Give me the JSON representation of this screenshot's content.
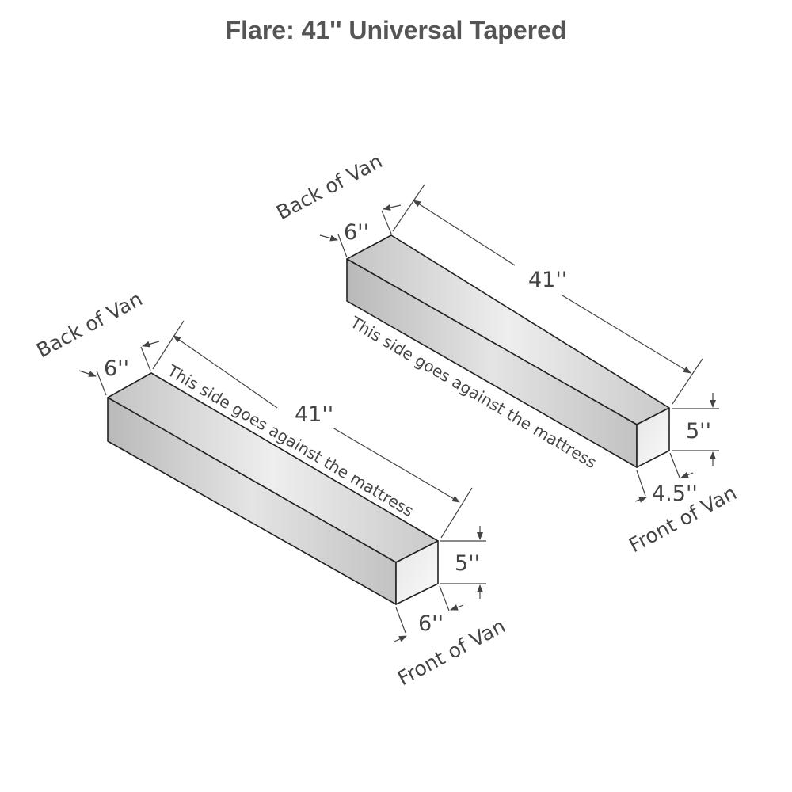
{
  "title": "Flare:  41'' Universal Tapered",
  "colors": {
    "text": "#444444",
    "title": "#555555",
    "face_light": "#f2f2f2",
    "face_mid": "#dcdcdc",
    "face_dark": "#bdbdbd"
  },
  "left_piece": {
    "back_label": "Back of Van",
    "back_width": "6''",
    "length": "41''",
    "side_note": "This side goes against the mattress",
    "height": "5''",
    "front_width": "6''",
    "front_label": "Front of Van"
  },
  "right_piece": {
    "back_label": "Back of Van",
    "back_width": "6''",
    "length": "41''",
    "side_note": "This side goes against the mattress",
    "height": "5''",
    "front_width": "4.5''",
    "front_label": "Front of Van"
  }
}
